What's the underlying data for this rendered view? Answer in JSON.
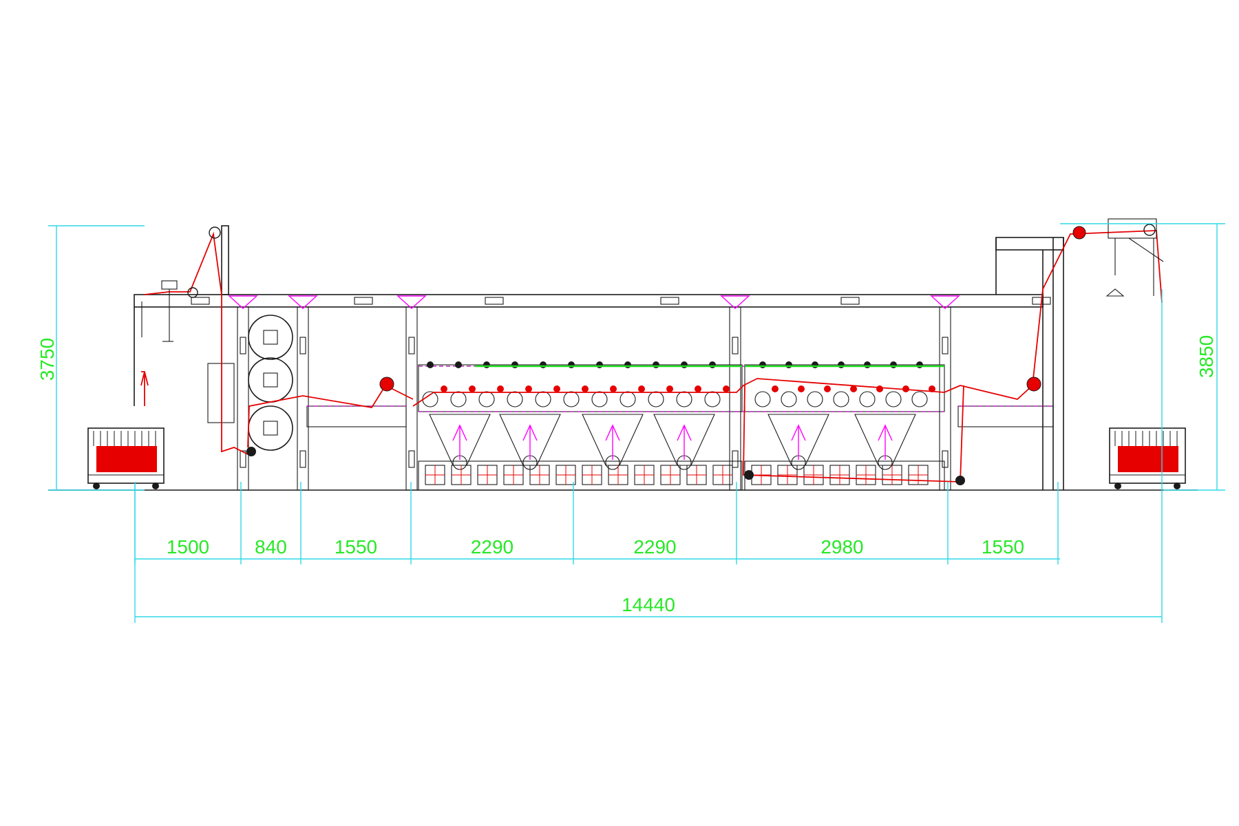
{
  "drawing": {
    "height_left": "3750",
    "height_right": "3850",
    "overall_length": "14440",
    "segments": [
      "1500",
      "840",
      "1550",
      "2290",
      "2290",
      "2980",
      "1550"
    ]
  },
  "colors": {
    "dimension_text": "#27e827",
    "dimension_line": "#2fd9e6",
    "frame": "#1a1a1a",
    "fabric_path": "#e60000",
    "spray_arrows": "#ff00ff",
    "top_rail": "#22dd22"
  }
}
